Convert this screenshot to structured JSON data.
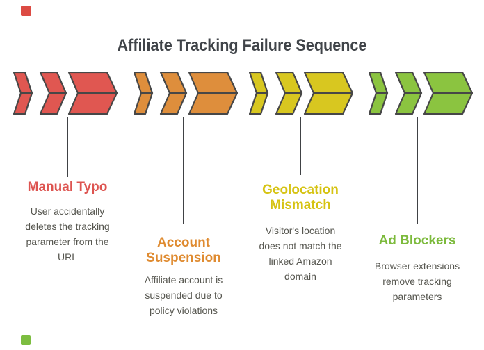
{
  "title": "Affiliate Tracking Failure Sequence",
  "theme": {
    "heading": "#404449",
    "text": "#56564F",
    "stroke": "#474747",
    "connector": "#404245",
    "background": "#FFFFFF"
  },
  "corner_accents": {
    "top_left_color": "#DC4B43",
    "bottom_left_color": "#7CBD40"
  },
  "steps": [
    {
      "title": "Manual Typo",
      "title_color": "#DD5450",
      "chevron_color": "#E05751",
      "description": "User accidentally\ndeletes the tracking\nparameter from the\nURL"
    },
    {
      "title": "Account\nSuspension",
      "title_color": "#DF8B31",
      "chevron_color": "#DE8E3C",
      "description": "Affiliate account is\nsuspended due to\npolicy violations"
    },
    {
      "title": "Geolocation\nMismatch",
      "title_color": "#D6C313",
      "chevron_color": "#D8C720",
      "description": "Visitor's location\ndoes not match the\nlinked Amazon\ndomain"
    },
    {
      "title": "Ad Blockers",
      "title_color": "#7CBA3C",
      "chevron_color": "#8BC440",
      "description": "Browser extensions\nremove tracking\nparameters"
    }
  ]
}
